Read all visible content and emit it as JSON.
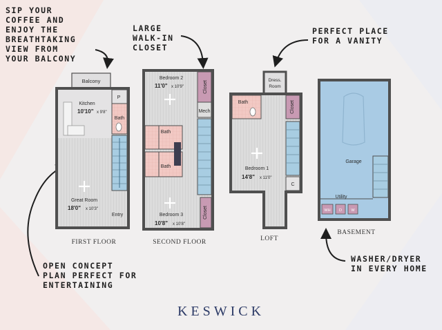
{
  "callouts": {
    "balcony": "SIP YOUR\nCOFFEE AND\nENJOY THE\nBREATHTAKING\nVIEW FROM\nYOUR BALCONY",
    "closet": "LARGE\nWALK-IN\nCLOSET",
    "vanity": "PERFECT PLACE\nFOR A VANITY",
    "open_concept": "OPEN CONCEPT\nPLAN PERFECT FOR\nENTERTAINING",
    "washer": "WASHER/DRYER\nIN EVERY HOME"
  },
  "floors": {
    "first": {
      "caption": "FIRST FLOOR",
      "balcony": "Balcony",
      "pantry": "P",
      "kitchen": "Kitchen",
      "kitchen_size_a": "10'10\"",
      "kitchen_size_b": "x 9'8\"",
      "bath": "Bath",
      "great_room": "Great Room",
      "great_room_size_a": "18'0\"",
      "great_room_size_b": "x 10'3\"",
      "entry": "Entry"
    },
    "second": {
      "caption": "SECOND FLOOR",
      "bedroom2": "Bedroom 2",
      "bedroom2_size_a": "11'0\"",
      "bedroom2_size_b": "x 10'9\"",
      "closet_top": "Closet",
      "mech": "Mech",
      "bath_a": "Bath",
      "bath_b": "Bath",
      "bedroom3": "Bedroom 3",
      "bedroom3_size_a": "10'8\"",
      "bedroom3_size_b": "x 10'8\"",
      "closet_bottom": "Closet"
    },
    "loft": {
      "caption": "LOFT",
      "dress_a": "Dress.",
      "dress_b": "Room",
      "bath": "Bath",
      "closet": "Closet",
      "bedroom1": "Bedroom 1",
      "bedroom1_size_a": "14'8\"",
      "bedroom1_size_b": "x 11'0\"",
      "c": "C"
    },
    "basement": {
      "caption": "BASEMENT",
      "garage": "Garage",
      "utility": "Utility",
      "wh": "WH",
      "d": "D",
      "w": "W"
    }
  },
  "brand": "KESWICK",
  "colors": {
    "wall": "#4f4f4f",
    "floor": "#e0dfe0",
    "wetroom": "#f2c9c4",
    "closet": "#c89ab3",
    "stairs": "#a8cde2",
    "garage": "#a9cbe4",
    "brand": "#2c3a66"
  }
}
